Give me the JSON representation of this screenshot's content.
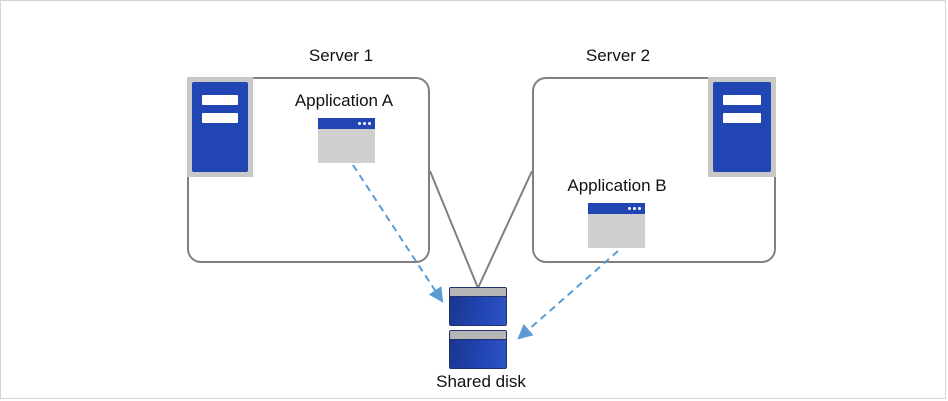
{
  "diagram": {
    "server1": {
      "label": "Server 1",
      "app_label": "Application A"
    },
    "server2": {
      "label": "Server 2",
      "app_label": "Application B"
    },
    "shared_disk": {
      "label": "Shared disk"
    },
    "connections": [
      {
        "from": "Server 1",
        "to": "Shared disk",
        "style": "solid-line"
      },
      {
        "from": "Server 2",
        "to": "Shared disk",
        "style": "solid-line"
      },
      {
        "from": "Application A",
        "to": "Shared disk",
        "style": "dashed-arrow"
      },
      {
        "from": "Application B",
        "to": "Shared disk",
        "style": "dashed-arrow"
      }
    ]
  },
  "colors": {
    "accent-blue": "#2145b2",
    "arrow-blue": "#5b9bd5",
    "line-gray": "#808080",
    "icon-gray": "#c8c8c8",
    "window-gray": "#cfcfcf",
    "disk-strip-gray": "#b5b5b5",
    "canvas-border": "#d4d4d4"
  }
}
